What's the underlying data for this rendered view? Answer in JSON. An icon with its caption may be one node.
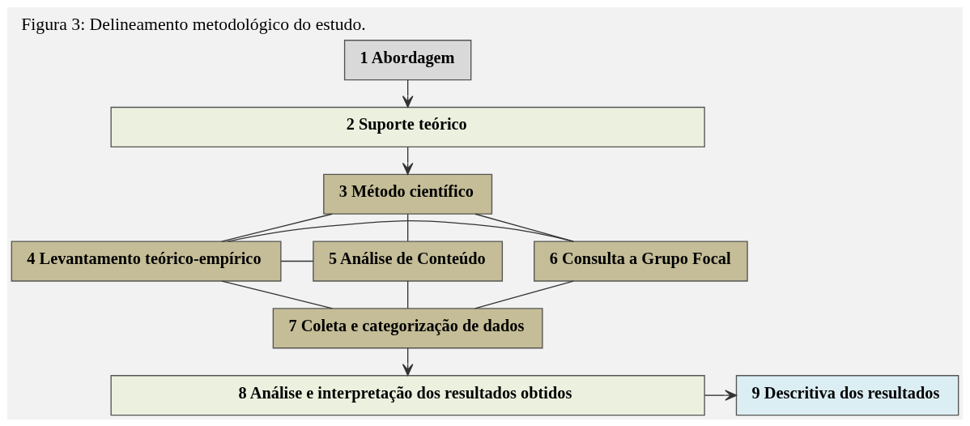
{
  "diagram": {
    "title": "Figura 3: Delineamento metodológico do estudo.",
    "nodes": [
      {
        "text": [
          "1 Abordagem"
        ]
      },
      {
        "text": [
          "2 Suporte teórico"
        ]
      },
      {
        "text": [
          "3 Método científico"
        ]
      },
      {
        "text": [
          "6 Consulta a Grupo Focal"
        ]
      },
      {
        "text": [
          "4 Levantamento teórico-empírico"
        ]
      },
      {
        "text": [
          "5 Análise de Conteúdo"
        ]
      },
      {
        "text": [
          "7 Coleta e categorização de dados"
        ]
      },
      {
        "text": [
          "8 Análise e interpretação dos resultados obtidos"
        ]
      },
      {
        "text": [
          "9 Descritiva dos resultados"
        ]
      }
    ],
    "edges": [
      {
        "from": 0,
        "to": 1,
        "arrow": "to"
      },
      {
        "from": 1,
        "to": 2,
        "arrow": "to"
      },
      {
        "from": 2,
        "to": 3,
        "arrow": "none"
      },
      {
        "from": 2,
        "to": 4,
        "arrow": "none"
      },
      {
        "from": 2,
        "to": 5,
        "arrow": "none"
      },
      {
        "from": 4,
        "to": 3,
        "arrow": "none"
      },
      {
        "from": 4,
        "to": 5,
        "arrow": "none"
      },
      {
        "from": 3,
        "to": 6,
        "arrow": "none"
      },
      {
        "from": 4,
        "to": 6,
        "arrow": "none"
      },
      {
        "from": 5,
        "to": 6,
        "arrow": "none"
      },
      {
        "from": 6,
        "to": 7,
        "arrow": "to"
      },
      {
        "from": 7,
        "to": 8,
        "arrow": "to"
      }
    ]
  }
}
